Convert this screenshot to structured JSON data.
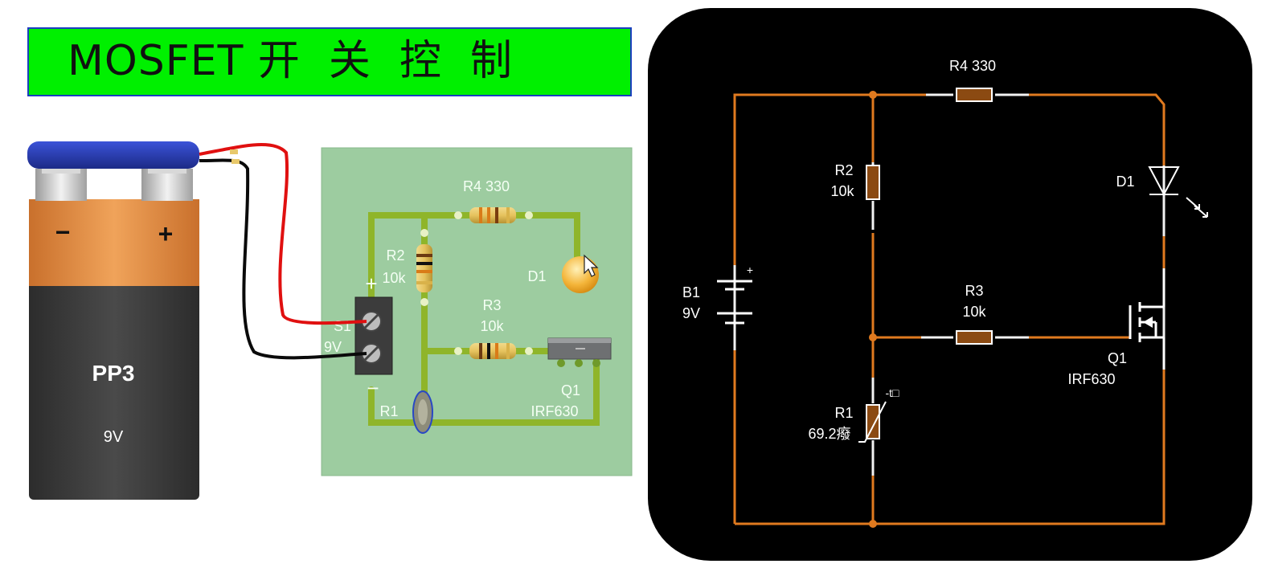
{
  "title": "MOSFET 开  关  控  制",
  "battery": {
    "minus_label": "−",
    "plus_label": "+",
    "model": "PP3",
    "voltage": "9V"
  },
  "breadboard": {
    "r4_label": "R4  330",
    "r2_name": "R2",
    "r2_value": "10k",
    "d1_label": "D1",
    "r3_name": "R3",
    "r3_value": "10k",
    "s1_label": "S1",
    "s1_voltage": "9V",
    "plus_sign": "+",
    "minus_sign": "−",
    "r1_label": "R1",
    "q1_name": "Q1",
    "q1_model": "IRF630"
  },
  "schematic": {
    "r4_label": "R4  330",
    "r2_name": "R2",
    "r2_value": "10k",
    "d1_label": "D1",
    "b1_name": "B1",
    "b1_voltage": "9V",
    "b1_plus": "+",
    "r3_name": "R3",
    "r3_value": "10k",
    "q1_name": "Q1",
    "q1_model": "IRF630",
    "r1_temp": "-t□",
    "r1_name": "R1",
    "r1_value": "69.2癈"
  },
  "colors": {
    "banner": "#00f000",
    "wire_orange": "#e07a1f",
    "board_green": "#9ccc9c",
    "trace": "#8fb52a",
    "resistor_body": "#8b4a12",
    "led": "#f2a21c"
  }
}
